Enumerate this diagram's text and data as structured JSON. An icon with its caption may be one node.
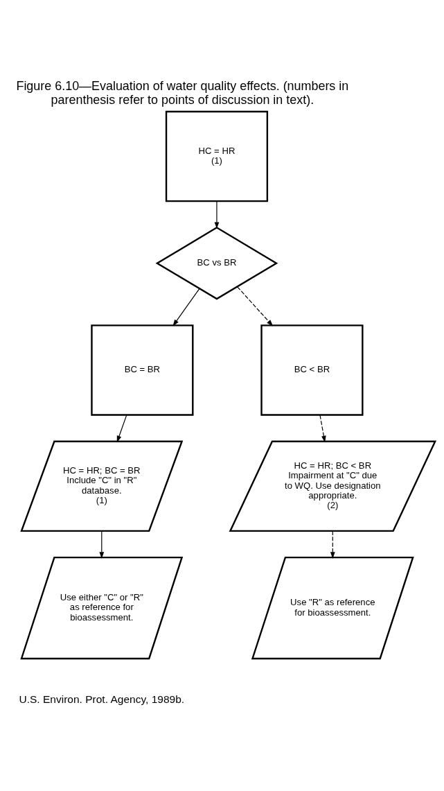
{
  "diagram": {
    "title": "Figure 6.10—Evaluation of water quality effects. (numbers in parenthesis refer to points of discussion in text).",
    "caption": "U.S. Environ. Prot. Agency, 1989b.",
    "nodes": [
      {
        "text": [
          "HC = HR",
          "(1)"
        ]
      },
      {
        "text": [
          "BC vs BR"
        ]
      },
      {
        "text": [
          "BC = BR"
        ]
      },
      {
        "text": [
          "BC < BR"
        ]
      },
      {
        "text": [
          "HC = HR; BC = BR Include \"C\" in \"R\" database.",
          "(1)"
        ]
      },
      {
        "text": [
          "HC = HR; BC < BR Impairment at \"C\" due to WQ. Use designation appropriate.",
          "(2)"
        ]
      },
      {
        "text": [
          "Use either \"C\" or \"R\" as reference for bioassessment."
        ]
      },
      {
        "text": [
          "Use \"R\" as reference for bioassessment."
        ]
      }
    ],
    "edges": [
      {
        "from": 0,
        "to": 1,
        "arrow": "to"
      },
      {
        "from": 1,
        "to": 2,
        "arrow": "to"
      },
      {
        "from": 1,
        "to": 3,
        "arrow": "to",
        "style": "dashed"
      },
      {
        "from": 2,
        "to": 4,
        "arrow": "to"
      },
      {
        "from": 3,
        "to": 5,
        "arrow": "to",
        "style": "dashed"
      },
      {
        "from": 4,
        "to": 6,
        "arrow": "to"
      },
      {
        "from": 5,
        "to": 7,
        "arrow": "to",
        "style": "dashed"
      }
    ]
  }
}
